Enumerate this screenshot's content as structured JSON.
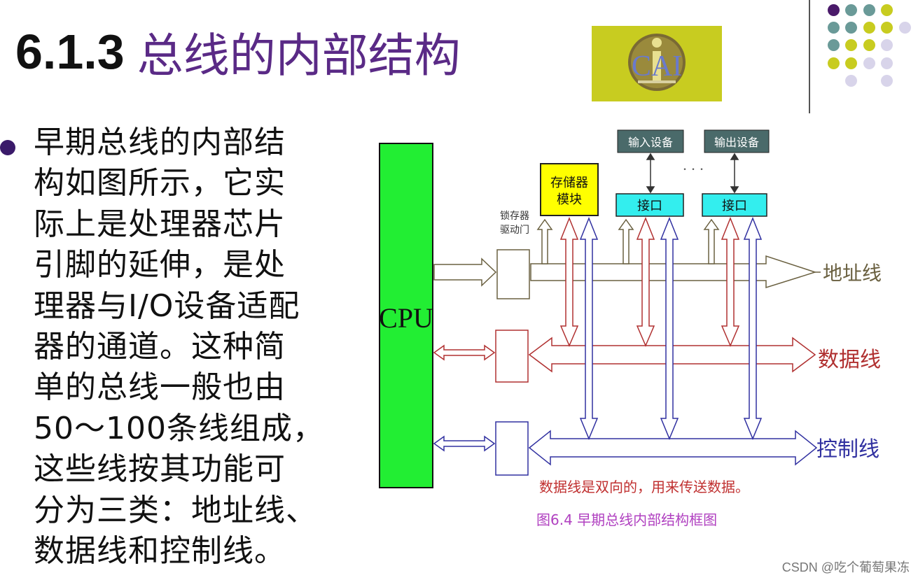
{
  "slide": {
    "number": "6.1.3",
    "title": "总线的内部结构",
    "logo_text": "CAI",
    "paragraph": "早期总线的内部结构如图所示，它实际上是处理器芯片引脚的延伸，是处理器与I/O设备适配器的通道。这种简单的总线一般也由50～100条线组成，这些线按其功能可分为三类：地址线、数据线和控制线。",
    "paragraph_lines": [
      "早期总线的内部结",
      "构如图所示，它实",
      "际上是处理器芯片",
      "引脚的延伸，是处",
      "理器与I/O设备适配",
      "器的通道。这种简",
      "单的总线一般也由",
      "50～100条线组成，",
      "这些线按其功能可",
      "分为三类：地址线、",
      "数据线和控制线。"
    ]
  },
  "diagram": {
    "cpu_label": "CPU",
    "memory_label_1": "存储器",
    "memory_label_2": "模块",
    "latch_label_1": "锁存器",
    "latch_label_2": "驱动门",
    "input_device": "输入设备",
    "output_device": "输出设备",
    "interface_1": "接口",
    "interface_2": "接口",
    "ellipsis": "・・・",
    "address_line": "地址线",
    "data_line": "数据线",
    "control_line": "控制线",
    "note": "数据线是双向的，用来传送数据。",
    "caption": "图6.4 早期总线内部结构框图",
    "colors": {
      "cpu": "#22ee33",
      "memory": "#ffff00",
      "interface": "#33eeee",
      "device": "#4a6a6a",
      "address": "#6a6040",
      "data": "#b03030",
      "control": "#3030a0",
      "caption": "#b040c0"
    }
  },
  "palette_dots": [
    "#4a1a6a",
    "#6a9a98",
    "#6a9a98",
    "#c8cc20",
    "#6a9a98",
    "#6a9a98",
    "#c8cc20",
    "#c8cc20",
    "#d8d4ea",
    "#6a9a98",
    "#c8cc20",
    "#c8cc20",
    "#d8d4ea",
    "#c8cc20",
    "#c8cc20",
    "#d8d4ea",
    "#d8d4ea",
    "#d8d4ea",
    "#d8d4ea"
  ],
  "watermark": "CSDN @吃个葡萄果冻"
}
